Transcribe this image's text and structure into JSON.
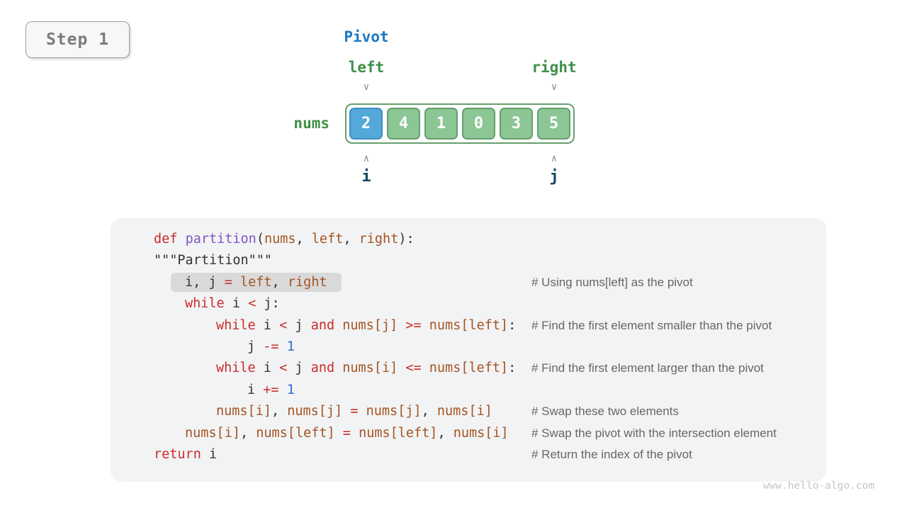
{
  "step_badge": {
    "label": "Step 1"
  },
  "diagram": {
    "pivot_label": "Pivot",
    "left_pointer": "left",
    "right_pointer": "right",
    "array_label": "nums",
    "i_pointer": "i",
    "j_pointer": "j",
    "down_arrow": "∨",
    "up_arrow": "∧",
    "cells": [
      {
        "value": "2",
        "role": "pivot"
      },
      {
        "value": "4",
        "role": "normal"
      },
      {
        "value": "1",
        "role": "normal"
      },
      {
        "value": "0",
        "role": "normal"
      },
      {
        "value": "3",
        "role": "normal"
      },
      {
        "value": "5",
        "role": "normal"
      }
    ],
    "colors": {
      "pivot_cell": "#54a9da",
      "normal_cell": "#8cc694",
      "green_label": "#3f9048",
      "pivot_label_blue": "#1a7ac2",
      "pointer_label": "#134b61"
    }
  },
  "code": {
    "lines": [
      {
        "indent": 0,
        "highlight": false,
        "comment": "",
        "tokens": [
          [
            "kw",
            "def"
          ],
          [
            "pl",
            " "
          ],
          [
            "fn",
            "partition"
          ],
          [
            "pl",
            "("
          ],
          [
            "nm",
            "nums"
          ],
          [
            "pl",
            ", "
          ],
          [
            "nm",
            "left"
          ],
          [
            "pl",
            ", "
          ],
          [
            "nm",
            "right"
          ],
          [
            "pl",
            "):"
          ]
        ]
      },
      {
        "indent": 0,
        "highlight": false,
        "comment": "",
        "tokens": [
          [
            "str",
            "\"\"\"Partition\"\"\""
          ]
        ]
      },
      {
        "indent": 1,
        "highlight": true,
        "comment": "# Using nums[left] as the pivot",
        "tokens": [
          [
            "pl",
            "i, j "
          ],
          [
            "kw",
            "="
          ],
          [
            "pl",
            " "
          ],
          [
            "nm",
            "left"
          ],
          [
            "pl",
            ", "
          ],
          [
            "nm",
            "right"
          ]
        ]
      },
      {
        "indent": 1,
        "highlight": false,
        "comment": "",
        "tokens": [
          [
            "kw",
            "while"
          ],
          [
            "pl",
            " i "
          ],
          [
            "kw",
            "<"
          ],
          [
            "pl",
            " j:"
          ]
        ]
      },
      {
        "indent": 2,
        "highlight": false,
        "comment": "# Find the first element smaller than the pivot",
        "tokens": [
          [
            "kw",
            "while"
          ],
          [
            "pl",
            " i "
          ],
          [
            "kw",
            "<"
          ],
          [
            "pl",
            " j "
          ],
          [
            "kw",
            "and"
          ],
          [
            "pl",
            " "
          ],
          [
            "nm",
            "nums[j]"
          ],
          [
            "pl",
            " "
          ],
          [
            "kw",
            ">="
          ],
          [
            "pl",
            " "
          ],
          [
            "nm",
            "nums[left]"
          ],
          [
            "pl",
            ":"
          ]
        ]
      },
      {
        "indent": 3,
        "highlight": false,
        "comment": "",
        "tokens": [
          [
            "pl",
            "j "
          ],
          [
            "kw",
            "-="
          ],
          [
            "pl",
            " "
          ],
          [
            "num",
            "1"
          ]
        ]
      },
      {
        "indent": 2,
        "highlight": false,
        "comment": "# Find the first element larger than the pivot",
        "tokens": [
          [
            "kw",
            "while"
          ],
          [
            "pl",
            " i "
          ],
          [
            "kw",
            "<"
          ],
          [
            "pl",
            " j "
          ],
          [
            "kw",
            "and"
          ],
          [
            "pl",
            " "
          ],
          [
            "nm",
            "nums[i]"
          ],
          [
            "pl",
            " "
          ],
          [
            "kw",
            "<="
          ],
          [
            "pl",
            " "
          ],
          [
            "nm",
            "nums[left]"
          ],
          [
            "pl",
            ":"
          ]
        ]
      },
      {
        "indent": 3,
        "highlight": false,
        "comment": "",
        "tokens": [
          [
            "pl",
            "i "
          ],
          [
            "kw",
            "+="
          ],
          [
            "pl",
            " "
          ],
          [
            "num",
            "1"
          ]
        ]
      },
      {
        "indent": 2,
        "highlight": false,
        "comment": "# Swap these two elements",
        "tokens": [
          [
            "nm",
            "nums[i]"
          ],
          [
            "pl",
            ", "
          ],
          [
            "nm",
            "nums[j]"
          ],
          [
            "pl",
            " "
          ],
          [
            "kw",
            "="
          ],
          [
            "pl",
            " "
          ],
          [
            "nm",
            "nums[j]"
          ],
          [
            "pl",
            ", "
          ],
          [
            "nm",
            "nums[i]"
          ]
        ]
      },
      {
        "indent": 1,
        "highlight": false,
        "comment": "# Swap the pivot with the intersection element",
        "tokens": [
          [
            "nm",
            "nums[i]"
          ],
          [
            "pl",
            ", "
          ],
          [
            "nm",
            "nums[left]"
          ],
          [
            "pl",
            " "
          ],
          [
            "kw",
            "="
          ],
          [
            "pl",
            " "
          ],
          [
            "nm",
            "nums[left]"
          ],
          [
            "pl",
            ", "
          ],
          [
            "nm",
            "nums[i]"
          ]
        ]
      },
      {
        "indent": 0,
        "highlight": false,
        "comment": "# Return the index of the pivot",
        "tokens": [
          [
            "kw",
            "return"
          ],
          [
            "pl",
            " i"
          ]
        ]
      }
    ]
  },
  "watermark": "www.hello-algo.com"
}
